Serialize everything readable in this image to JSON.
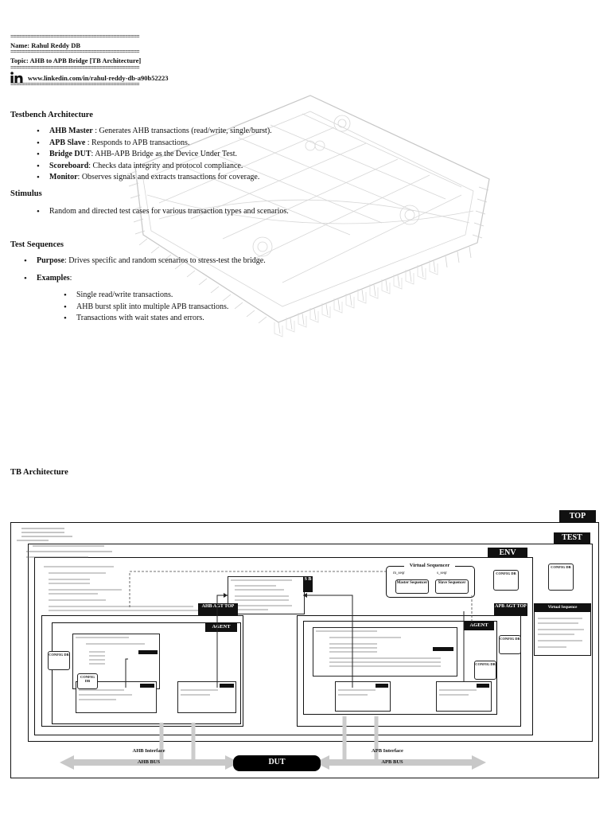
{
  "header": {
    "separator": "=============================================",
    "name_label": "Name:",
    "name_value": "Rahul Reddy DB",
    "topic_label": "Topic:",
    "topic_value": "AHB to APB Bridge [TB Architecture]",
    "linkedin_url": "www.linkedin.com/in/rahul-reddy-db-a90b52223"
  },
  "testbench": {
    "heading": "Testbench Architecture",
    "items": [
      {
        "term": "AHB Master",
        "desc": " : Generates AHB transactions (read/write, single/burst)."
      },
      {
        "term": "APB Slave",
        "desc": " : Responds to APB transactions."
      },
      {
        "term": "Bridge DUT",
        "desc": ": AHB-APB Bridge as the Device Under Test."
      },
      {
        "term": "Scoreboard",
        "desc": ": Checks data integrity and protocol compliance."
      },
      {
        "term": "Monitor",
        "desc": ": Observes signals and extracts transactions for coverage."
      }
    ]
  },
  "stimulus": {
    "heading": "Stimulus",
    "items": [
      "Random and directed test cases for various transaction types and scenarios."
    ]
  },
  "sequences": {
    "heading": "Test Sequences",
    "purpose_term": "Purpose",
    "purpose_desc": ": Drives specific and random scenarios to stress-test the bridge.",
    "examples_term": "Examples",
    "examples_suffix": ":",
    "examples": [
      "Single read/write transactions.",
      "AHB burst split into multiple APB transactions.",
      "Transactions with wait states and errors."
    ]
  },
  "tb_arch": {
    "heading": "TB Architecture",
    "labels": {
      "top": "TOP",
      "test": "TEST",
      "env": "ENV",
      "virtual_sequencer": "Virtual Sequencer",
      "m_seqr": "m_seqr",
      "s_seqr": "s_seqr",
      "master_sequencer": "Master Sequencer",
      "slave_sequencer": "Slave Sequencer",
      "sb": "S B",
      "ahb_agt_top": "AHB AGT TOP",
      "apb_agt_top": "APB AGT TOP",
      "agent_left": "AGENT",
      "agent_right": "AGENT",
      "config_db": "CONFIG DB",
      "virtual_sequence": "Virtual Sequence",
      "ahb_interface": "AHB Interface",
      "ahb_bus": "AHB BUS",
      "apb_interface": "APB Interface",
      "apb_bus": "APB BUS",
      "dut": "DUT"
    }
  },
  "colors": {
    "text": "#111111",
    "watermark": "#bbbbbb",
    "bus_arrow": "#c8c8c8",
    "dut_fill": "#000000"
  }
}
